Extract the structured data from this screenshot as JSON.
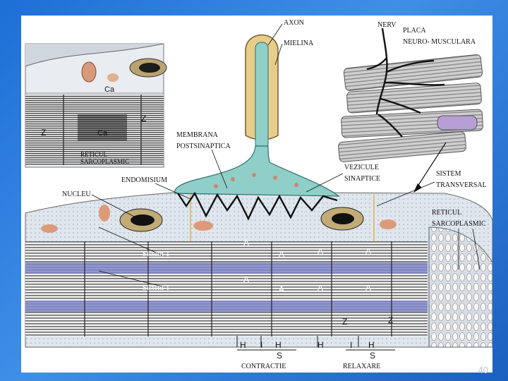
{
  "labels": {
    "axon": "AXON",
    "mielina": "MIELINA",
    "nerv": "NERV",
    "placa_1": "PLACA",
    "placa_2": "NEURO- MUSCULARA",
    "membrana_1": "MEMBRANA",
    "membrana_2": "POSTSINAPTICA",
    "vezicule_1": "VEZICULE",
    "vezicule_2": "SINAPTICE",
    "endomisium": "ENDOMISIUM",
    "nucleu": "NUCLEU",
    "sistem_transversal_1": "SISTEM",
    "sistem_transversal_2": "TRANSVERSAL",
    "reticul_right_1": "RETICUL",
    "reticul_right_2": "SARCOPLASMIC",
    "reticul_inset_1": "RETICUL",
    "reticul_inset_2": "SARCOPLASMIC",
    "ca_1": "Ca",
    "ca_2": "Ca",
    "z_inset_left": "Z",
    "z_inset_right": "Z",
    "sistem_t_1": "Sistem T",
    "sistem_t_2": "Sistem T",
    "a_band": "A",
    "z_bottom": "Z",
    "h": "H",
    "i": "I",
    "s": "S",
    "contractie": "CONTRACTIE",
    "relaxare": "RELAXARE"
  },
  "page_number": "40",
  "colors": {
    "slide_background": "#2a7de0",
    "axon": "#8fcfc8",
    "myelin": "#e8cc8a",
    "sarcoplasm": "#dfe6ee",
    "t_system": "#7f86c8",
    "striation": "#555555"
  }
}
